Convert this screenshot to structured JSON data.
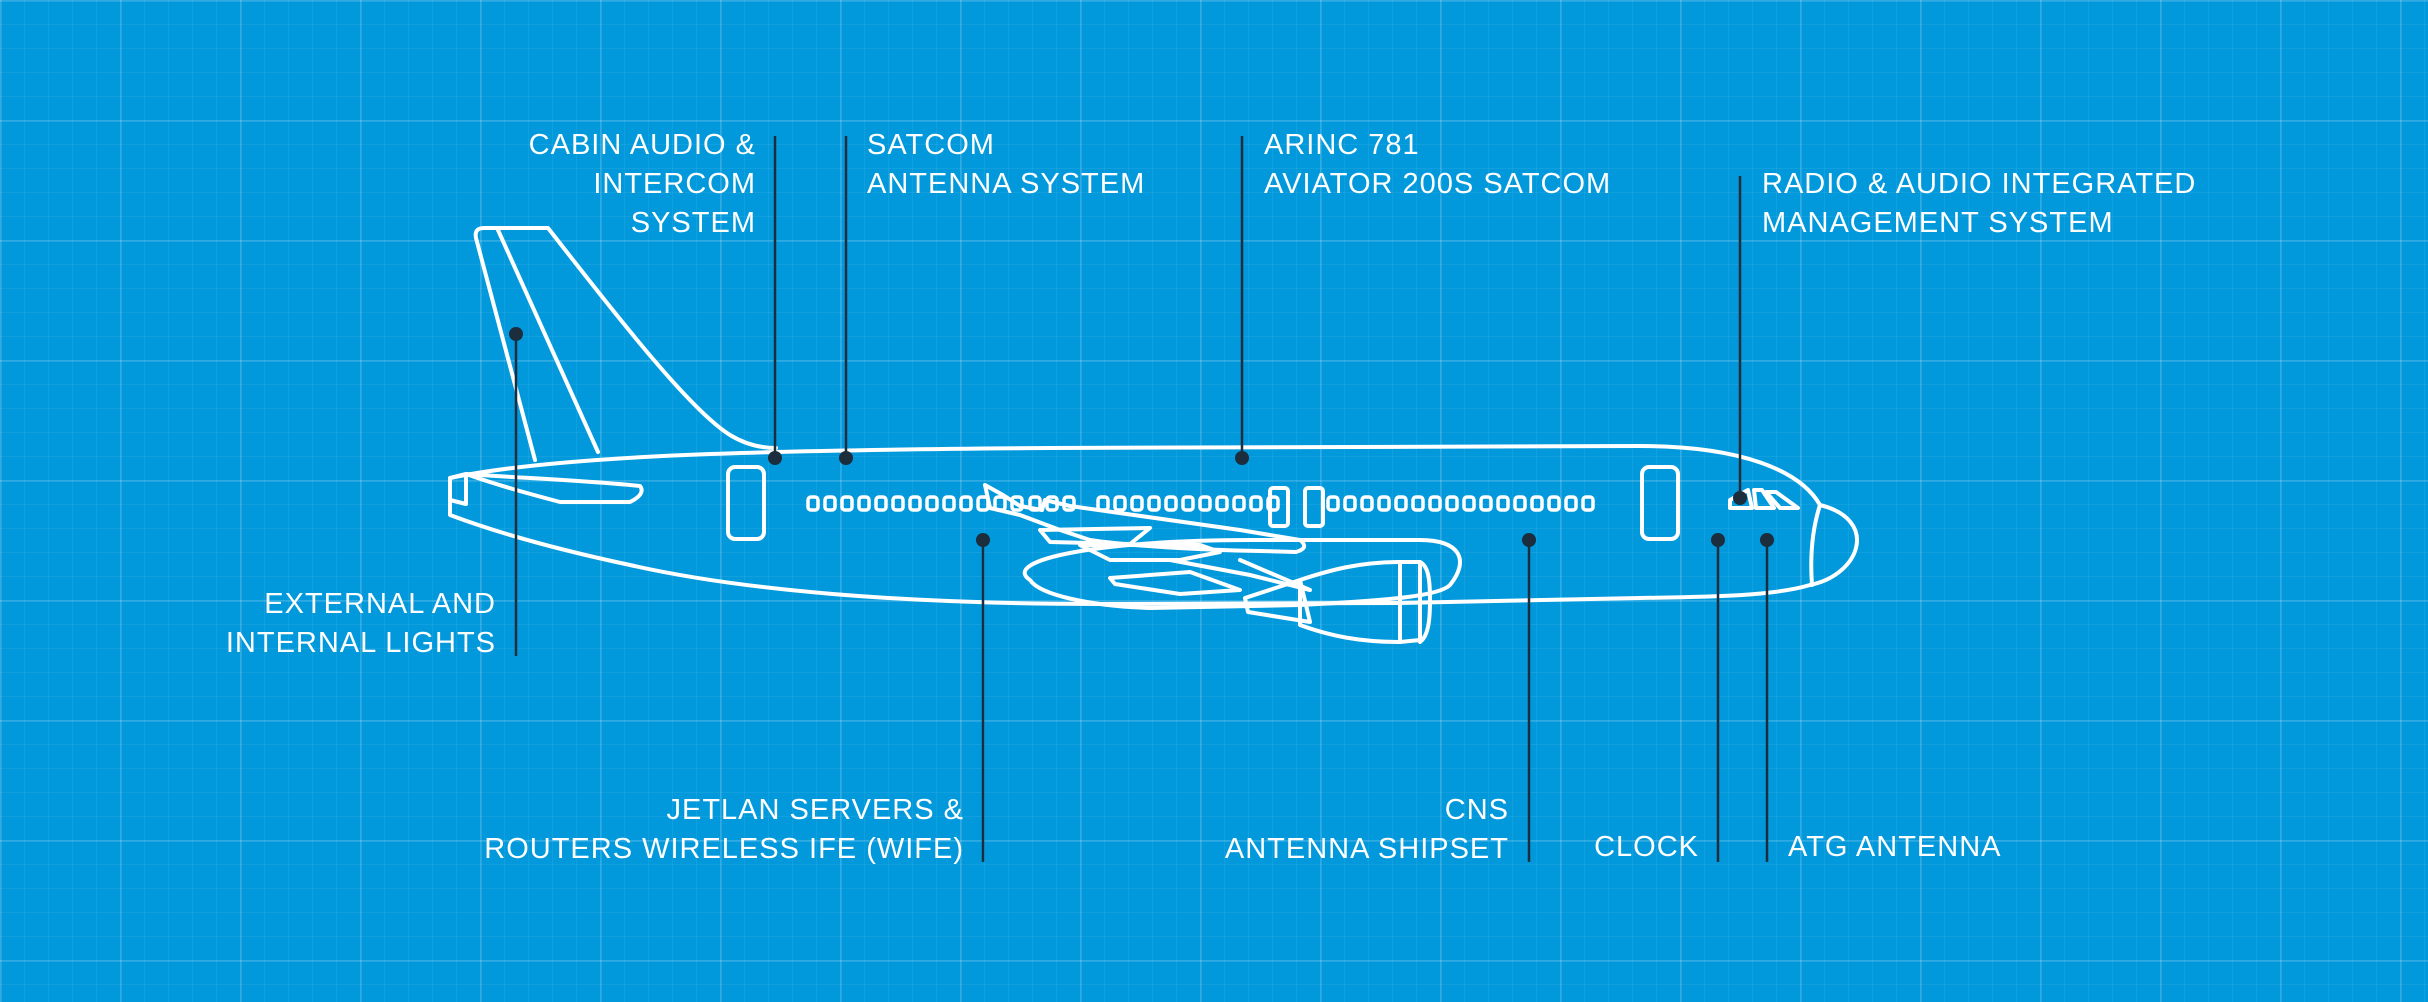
{
  "colors": {
    "background": "#0299dc",
    "line": "#ffffff",
    "leader": "#1c2d3d"
  },
  "labels": {
    "cabin_audio": [
      "CABIN AUDIO &",
      "INTERCOM",
      "SYSTEM"
    ],
    "satcom": [
      "SATCOM",
      "ANTENNA SYSTEM"
    ],
    "arinc": [
      "ARINC 781",
      "AVIATOR 200S SATCOM"
    ],
    "radio_audio": [
      "RADIO & AUDIO INTEGRATED",
      "MANAGEMENT SYSTEM"
    ],
    "lights": [
      "EXTERNAL AND",
      "INTERNAL LIGHTS"
    ],
    "jetlan": [
      "JETLAN SERVERS &",
      "ROUTERS WIRELESS IFE (WIFE)"
    ],
    "cns": [
      "CNS",
      "ANTENNA SHIPSET"
    ],
    "clock": [
      "CLOCK"
    ],
    "atg": [
      "ATG ANTENNA"
    ]
  }
}
